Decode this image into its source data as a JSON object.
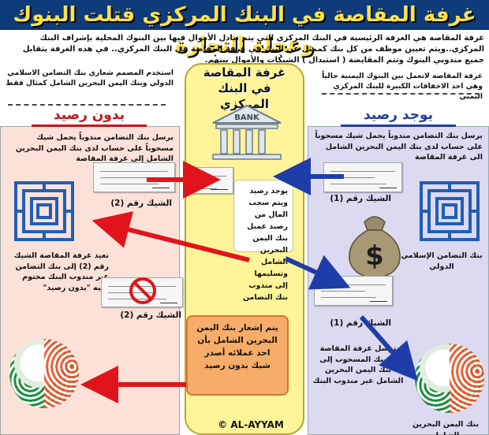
{
  "title": "غرفة المقاصة في البنك المركزي قتلت البنوك وعجلة التجارة",
  "intro": "غرفة المقاصة هي الغرفة الرئيسية في البنك المركزي التي يتم تبادل الأموال فيها بين البنوك المحلية بإشراف البنك المركزي..ويتم تعيين موظف من كل بنك كممثل عن البنك في غرفة المقاصة في البنك المركزي.. في هذه الغرفة يتقابل جميع مندوبي البنوك وتتم المقايضة ( استبدال ) الشيكات والأموال بينهم.",
  "note_right": "غرفة المقاصة لاتعمل بين البنوك اليمنية حالياً وهي احد الاخفاقات الكبيرة للبنك المركزي اليمني",
  "note_left": "استخدم المصمم شعاري بنك التضامن الاسلامي الدولي وبنك اليمن البحرين الشامل كمثال فقط",
  "center": {
    "title": "غرفة المقاصة في البنك المركزي",
    "bank_icon_text": "BANK",
    "box_text": "يوجد رصيد ويتم سحب المال من رصيد عميل بنك اليمن البحرين الشامل وتسليمها إلى مندوب بنك التضامن",
    "notice_text": "يتم إشعار بنك اليمن البحرين الشامل بأن احد عملائه أصدر شيك بدون رصيد",
    "credit": "© AL-AYYAM"
  },
  "left": {
    "header": "بدون رصيد",
    "send_text": "يرسل بنك التضامن مندوباً يحمل شيك مسحوباً على حساب لدى بنك اليمن البحرين الشامل إلى غرفة المقاصة",
    "cheque_label_top": "الشيك رقم (2)",
    "return_text": "تعيد غرفة المقاصة الشيك رقم (2) إلى بنك التضامن عبر مندوب البنك مختوم عليه \"بدون رصيد\"",
    "cheque_label_bottom": "الشيك رقم (2)"
  },
  "right": {
    "header": "يوجد رصيد",
    "send_text": "يرسل بنك التضامن مندوباً يحمل شيك مسحوباً على حساب لدى بنك اليمن البحرين الشامل الى غرفة المقاصة",
    "cheque_label_top": "الشيك رقم (1)",
    "bank_top_name": "بنك التضامن الإسلامي الدولي",
    "cheque_label_bottom": "الشيك رقم (1)",
    "forward_text": "ترسل غرفة المقاصة الشيك المسحوب إلى بنك اليمن البحرين الشامل عبر مندوب البنك",
    "bank_bottom_name": "بنك اليمن البحرين الشامل"
  },
  "colors": {
    "title_bg": "#0e3b7a",
    "title_text": "#ffe14a",
    "left_panel": "#fbe1d8",
    "right_panel": "#dcd9f1",
    "center_panel": "#fff49a",
    "arrow_red": "#e0141a",
    "arrow_blue": "#1f3da8"
  }
}
